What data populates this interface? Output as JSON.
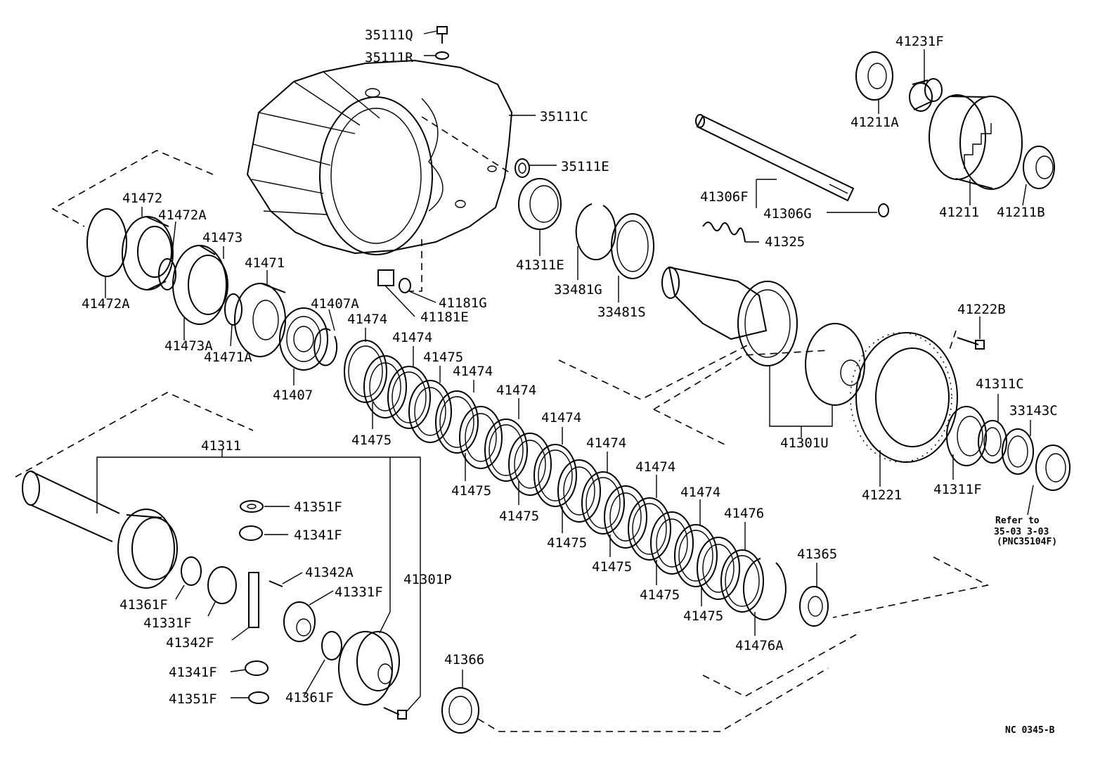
{
  "drawing_code": "NC 0345-B",
  "reference_note": [
    "Refer to",
    "35-03 3-03",
    "(PNC35104F)"
  ],
  "labels": {
    "l35111Q": "35111Q",
    "l35111R": "35111R",
    "l35111C": "35111C",
    "l35111E": "35111E",
    "l41231F": "41231F",
    "l41211A": "41211A",
    "l41211": "41211",
    "l41211B": "41211B",
    "l41306F": "41306F",
    "l41306G": "41306G",
    "l41325": "41325",
    "l41311E": "41311E",
    "l33481G": "33481G",
    "l33481S": "33481S",
    "l41181G": "41181G",
    "l41181E": "41181E",
    "l41472": "41472",
    "l41472A_top": "41472A",
    "l41472A_bot": "41472A",
    "l41473": "41473",
    "l41471": "41471",
    "l41473A": "41473A",
    "l41471A": "41471A",
    "l41407A": "41407A",
    "l41407": "41407",
    "l41474_1": "41474",
    "l41474_2": "41474",
    "l41474_3": "41474",
    "l41474_4": "41474",
    "l41474_5": "41474",
    "l41474_6": "41474",
    "l41474_7": "41474",
    "l41474_8": "41474",
    "l41475_1": "41475",
    "l41475_2": "41475",
    "l41475_3": "41475",
    "l41475_4": "41475",
    "l41475_5": "41475",
    "l41475_6": "41475",
    "l41475_7": "41475",
    "l41475_8": "41475",
    "l41476": "41476",
    "l41476A": "41476A",
    "l41365": "41365",
    "l41366": "41366",
    "l41222B": "41222B",
    "l41311C": "41311C",
    "l33143C": "33143C",
    "l41301U": "41301U",
    "l41221": "41221",
    "l41311F_r": "41311F",
    "l41311": "41311",
    "l41351F_top": "41351F",
    "l41341F_top": "41341F",
    "l41342A": "41342A",
    "l41331F_r": "41331F",
    "l41301P": "41301P",
    "l41361F_l": "41361F",
    "l41331F_l": "41331F",
    "l41342F": "41342F",
    "l41341F_bot": "41341F",
    "l41351F_bot": "41351F",
    "l41361F_b": "41361F"
  }
}
